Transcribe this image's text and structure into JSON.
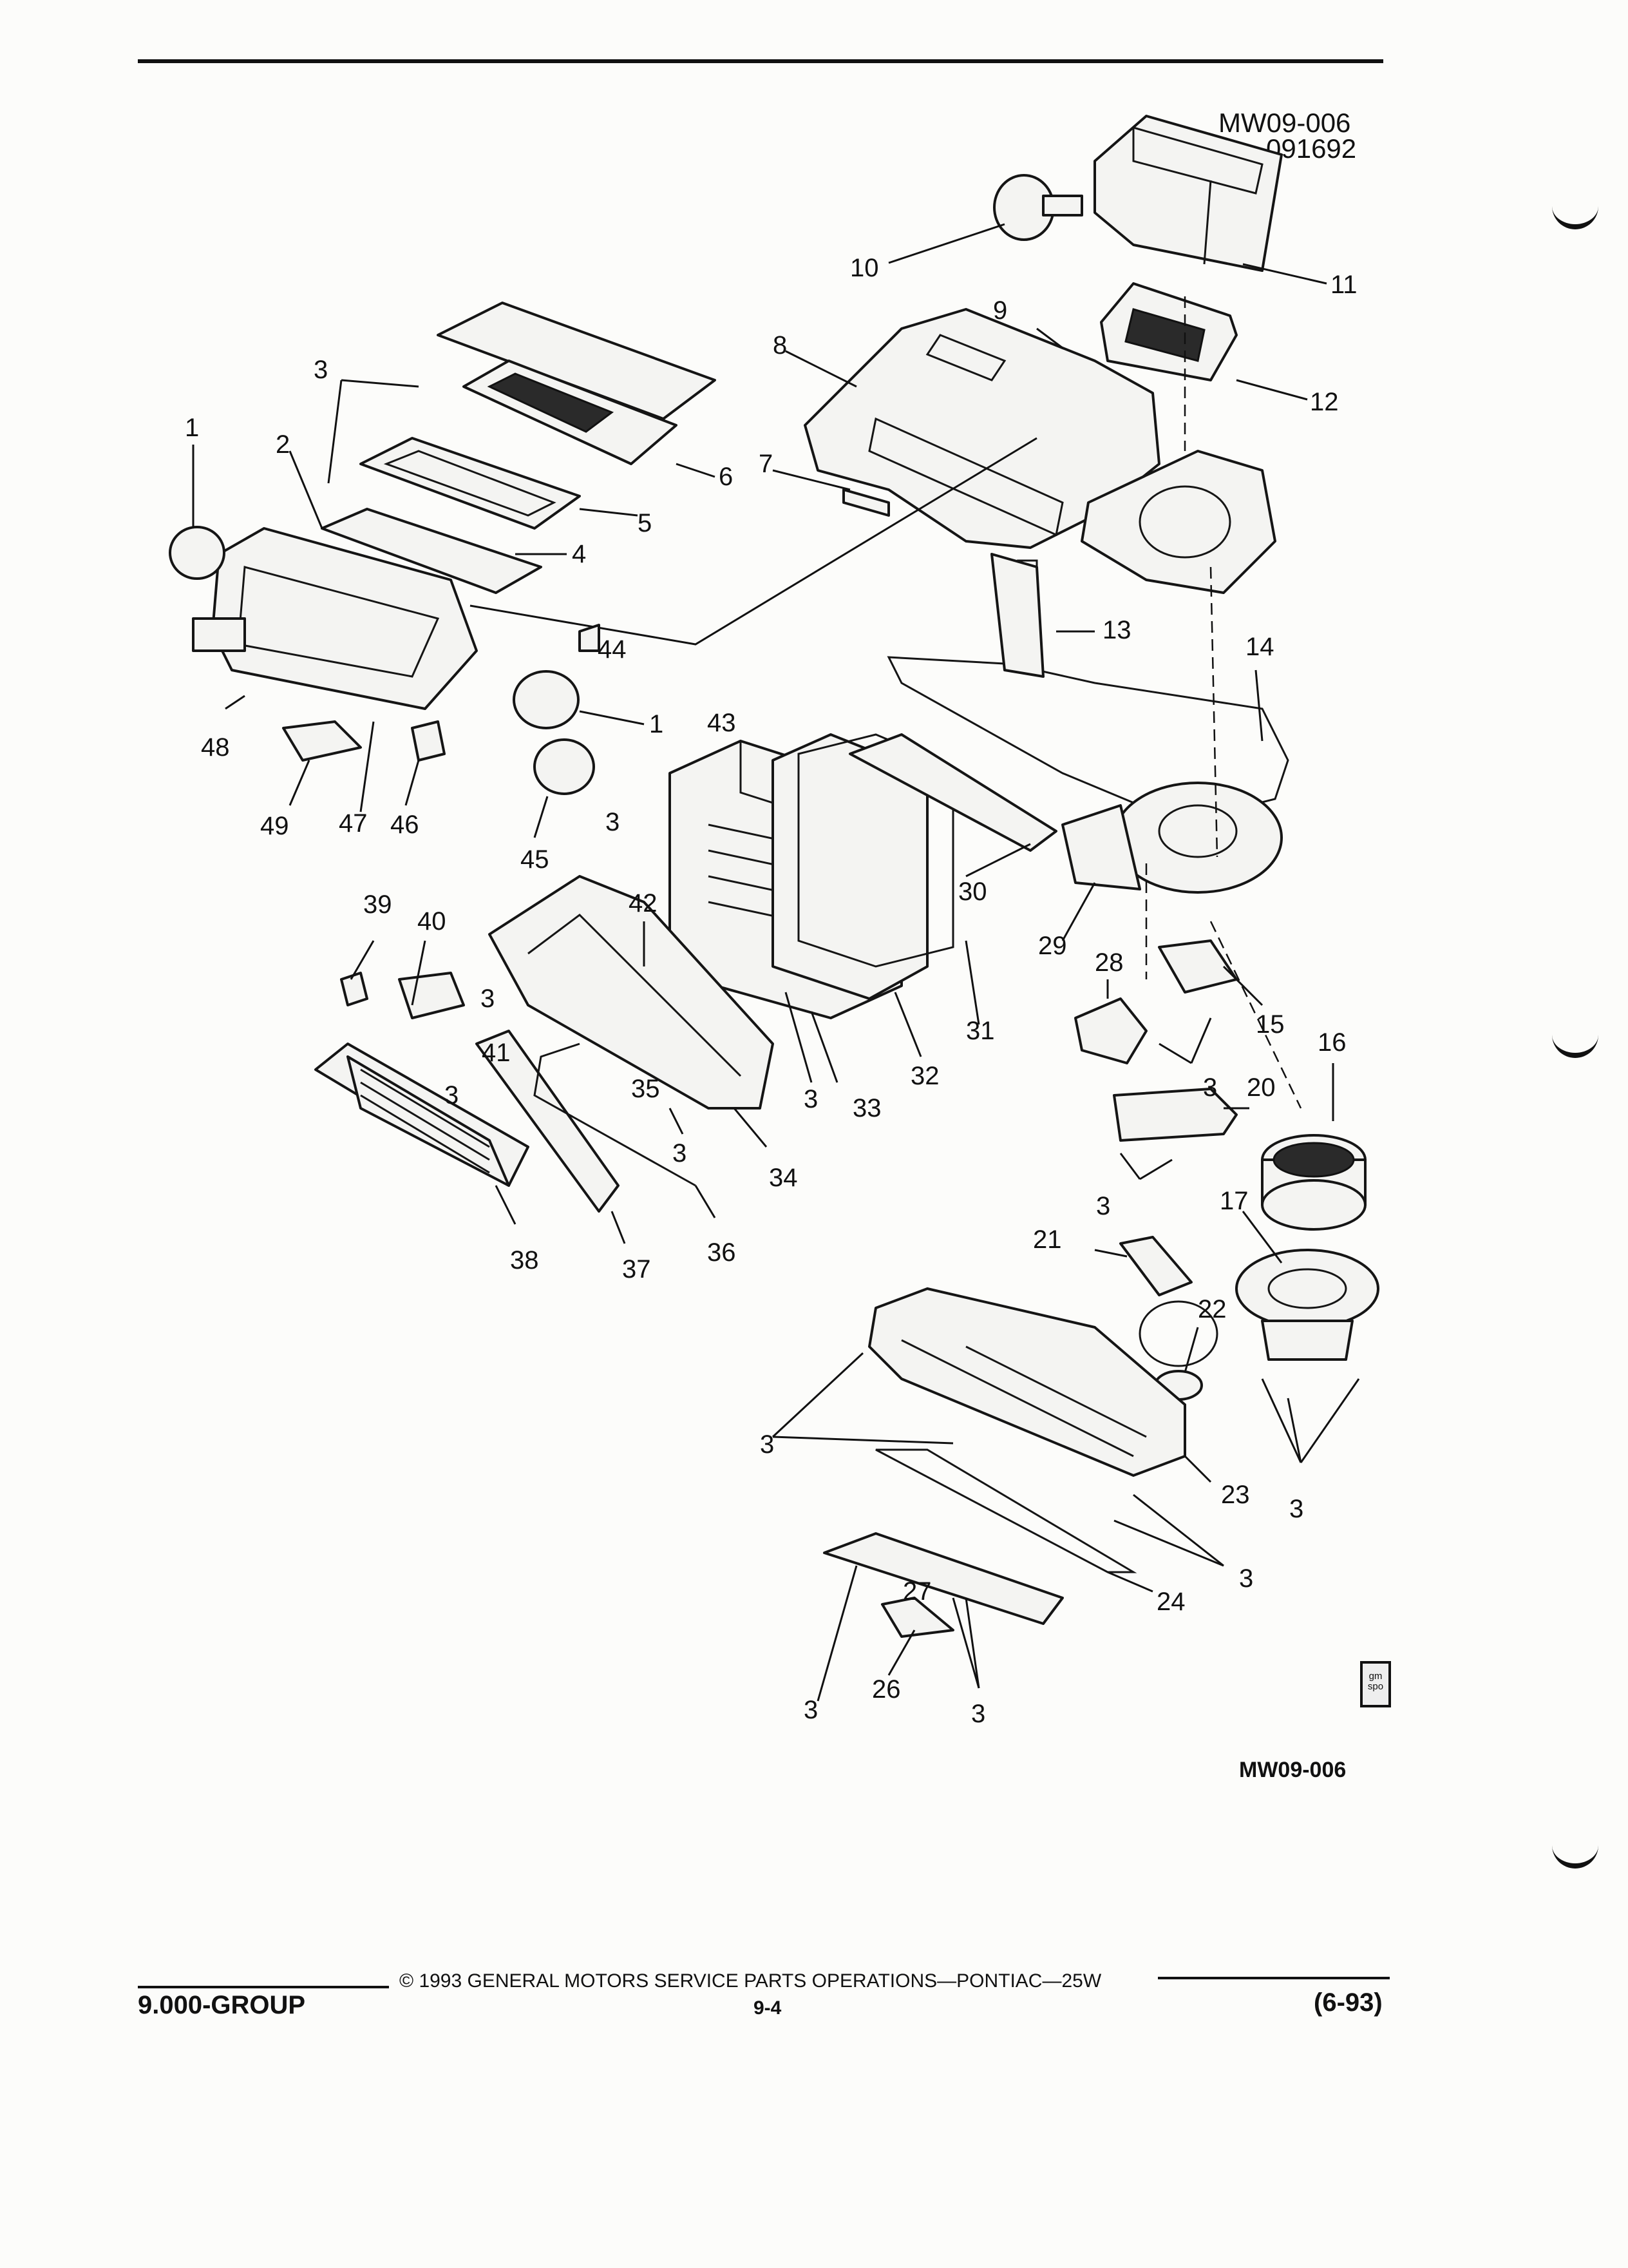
{
  "header": {
    "drawing_code_top": "MW09-006",
    "drawing_date": "091692",
    "drawing_code_bottom": "MW09-006"
  },
  "callouts": [
    "1",
    "2",
    "3",
    "4",
    "5",
    "6",
    "7",
    "8",
    "9",
    "10",
    "11",
    "12",
    "13",
    "14",
    "15",
    "16",
    "17",
    "20",
    "21",
    "22",
    "23",
    "24",
    "26",
    "27",
    "28",
    "29",
    "30",
    "31",
    "32",
    "33",
    "34",
    "35",
    "36",
    "37",
    "38",
    "39",
    "40",
    "41",
    "42",
    "43",
    "44",
    "45",
    "46",
    "47",
    "48",
    "49"
  ],
  "footer": {
    "group": "9.000-GROUP",
    "copyright": "© 1993 GENERAL MOTORS SERVICE PARTS OPERATIONS—PONTIAC—25W",
    "page": "9-4",
    "date": "(6-93)"
  },
  "logo_text": "gm spo"
}
